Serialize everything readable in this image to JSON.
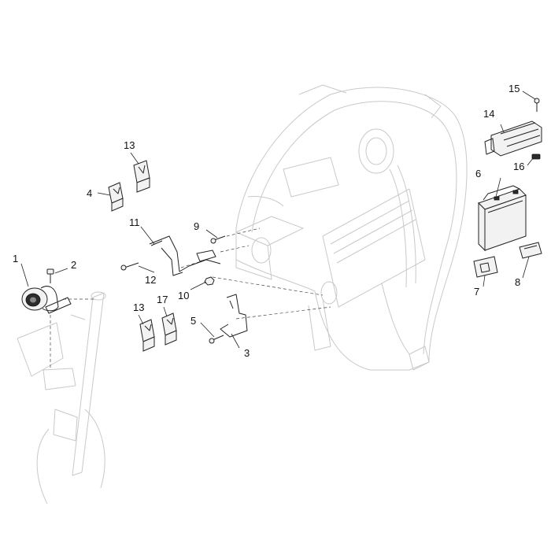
{
  "callouts": {
    "c1": "1",
    "c2": "2",
    "c3": "3",
    "c4": "4",
    "c5": "5",
    "c6": "6",
    "c7": "7",
    "c8": "8",
    "c9": "9",
    "c10": "10",
    "c11": "11",
    "c12": "12",
    "c13a": "13",
    "c13b": "13",
    "c14": "14",
    "c15": "15",
    "c16": "16",
    "c17": "17"
  }
}
